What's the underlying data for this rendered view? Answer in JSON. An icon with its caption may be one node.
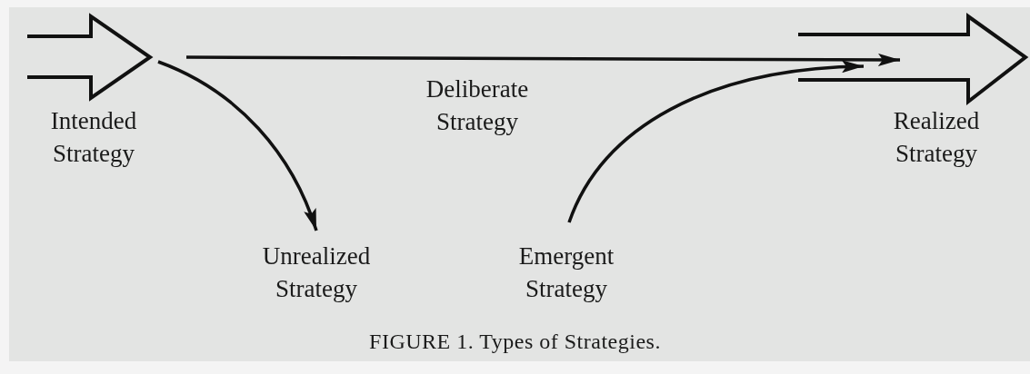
{
  "diagram": {
    "caption": "FIGURE 1. Types of Strategies.",
    "nodes": [
      {
        "text": [
          "Intended Strategy"
        ]
      },
      {
        "text": [
          "Realized Strategy"
        ]
      },
      {
        "text": [
          "Unrealized Strategy"
        ]
      },
      {
        "text": [
          "Emergent Strategy"
        ]
      }
    ],
    "edges": [
      {
        "from": 0,
        "to": 1,
        "arrow": "to",
        "label": "Deliberate Strategy"
      },
      {
        "from": 0,
        "to": 2,
        "arrow": "to"
      },
      {
        "from": 3,
        "to": 1,
        "arrow": "to"
      }
    ]
  }
}
